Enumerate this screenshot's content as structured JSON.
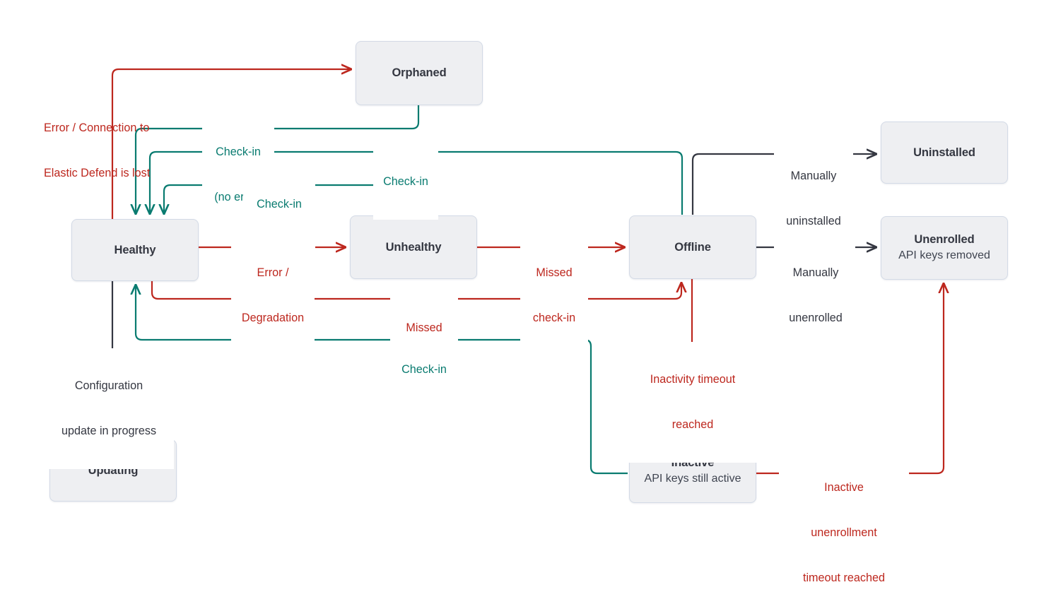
{
  "diagram": {
    "title": "Elastic Agent status state diagram",
    "background": "#ffffff",
    "colors": {
      "red": "#bd271e",
      "teal": "#097b70",
      "dark": "#343741",
      "node_fill": "#eeeff2",
      "node_border": "#d3dae6"
    },
    "nodes": [
      {
        "id": "orphaned",
        "title": "Orphaned",
        "subtitle": ""
      },
      {
        "id": "healthy",
        "title": "Healthy",
        "subtitle": ""
      },
      {
        "id": "unhealthy",
        "title": "Unhealthy",
        "subtitle": ""
      },
      {
        "id": "offline",
        "title": "Offline",
        "subtitle": ""
      },
      {
        "id": "uninstalled",
        "title": "Uninstalled",
        "subtitle": ""
      },
      {
        "id": "unenrolled",
        "title": "Unenrolled",
        "subtitle": "API keys removed"
      },
      {
        "id": "inactive",
        "title": "Inactive",
        "subtitle": "API keys still active"
      },
      {
        "id": "updating",
        "title": "Updating",
        "subtitle": ""
      }
    ],
    "edges": [
      {
        "id": "healthy-to-orphaned",
        "label": "Error / Connection to\nElastic Defend is lost",
        "color": "red"
      },
      {
        "id": "orphaned-to-healthy",
        "label": "Check-in\n(no error)",
        "color": "teal"
      },
      {
        "id": "offline-to-healthy",
        "label": "Check-in",
        "color": "teal"
      },
      {
        "id": "unhealthy-to-healthy",
        "label": "Check-in\n(no error)",
        "color": "teal"
      },
      {
        "id": "healthy-to-unhealthy",
        "label": "Error /\nDegradation",
        "color": "red"
      },
      {
        "id": "unhealthy-to-offline",
        "label": "Missed\ncheck-in",
        "color": "red"
      },
      {
        "id": "healthy-to-offline",
        "label": "Missed\ncheck-in",
        "color": "red"
      },
      {
        "id": "inactive-to-healthy",
        "label": "Check-in",
        "color": "teal"
      },
      {
        "id": "healthy-to-updating",
        "label": "Configuration\nupdate in progress",
        "color": "dark"
      },
      {
        "id": "offline-to-uninstalled",
        "label": "Manually\nuninstalled",
        "color": "dark"
      },
      {
        "id": "offline-to-unenrolled",
        "label": "Manually\nunenrolled",
        "color": "dark"
      },
      {
        "id": "offline-to-inactive",
        "label": "Inactivity timeout\nreached",
        "color": "red"
      },
      {
        "id": "inactive-to-unenrolled",
        "label": "Inactive\nunenrollment\ntimeout reached",
        "color": "red"
      }
    ],
    "labels": {
      "error_connection_l1": "Error / Connection to",
      "error_connection_l2": "Elastic Defend is lost",
      "checkin_noerror_l1": "Check-in",
      "checkin_noerror_l2": "(no error)",
      "checkin": "Check-in",
      "error_degradation_l1": "Error /",
      "error_degradation_l2": "Degradation",
      "missed_checkin_l1": "Missed",
      "missed_checkin_l2": "check-in",
      "configuration_l1": "Configuration",
      "configuration_l2": "update in progress",
      "manually_uninstalled_l1": "Manually",
      "manually_uninstalled_l2": "uninstalled",
      "manually_unenrolled_l1": "Manually",
      "manually_unenrolled_l2": "unenrolled",
      "inactivity_timeout_l1": "Inactivity timeout",
      "inactivity_timeout_l2": "reached",
      "inactive_unenrollment_l1": "Inactive",
      "inactive_unenrollment_l2": "unenrollment",
      "inactive_unenrollment_l3": "timeout reached"
    }
  }
}
